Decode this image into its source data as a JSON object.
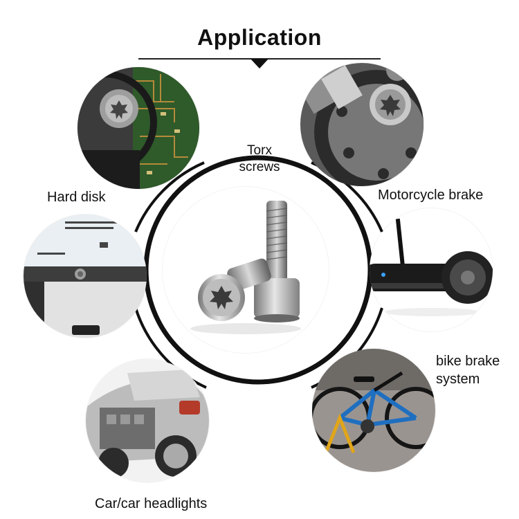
{
  "header": {
    "title": "Application"
  },
  "center": {
    "label_line1": "Torx",
    "label_line2": "screws",
    "image": "torx-screw-pair"
  },
  "applications": [
    {
      "label": "Hard disk",
      "image": "hard-disk-torx-screw"
    },
    {
      "label": "Motorcycle brake",
      "image": "motorcycle-brake-disc"
    },
    {
      "label": "",
      "image": "laptop-label-with-screw"
    },
    {
      "label": "",
      "image": "self-balancing-scooter"
    },
    {
      "label": "Car/car headlights",
      "image": "car-engine-cutaway"
    },
    {
      "label_line1": "bike brake",
      "label_line2": "system",
      "image": "bicycle-on-stand"
    }
  ],
  "colors": {
    "ring": "#111111",
    "title": "#111111",
    "metal": "#a6a6a6",
    "pcb": "#2f5a2a"
  }
}
